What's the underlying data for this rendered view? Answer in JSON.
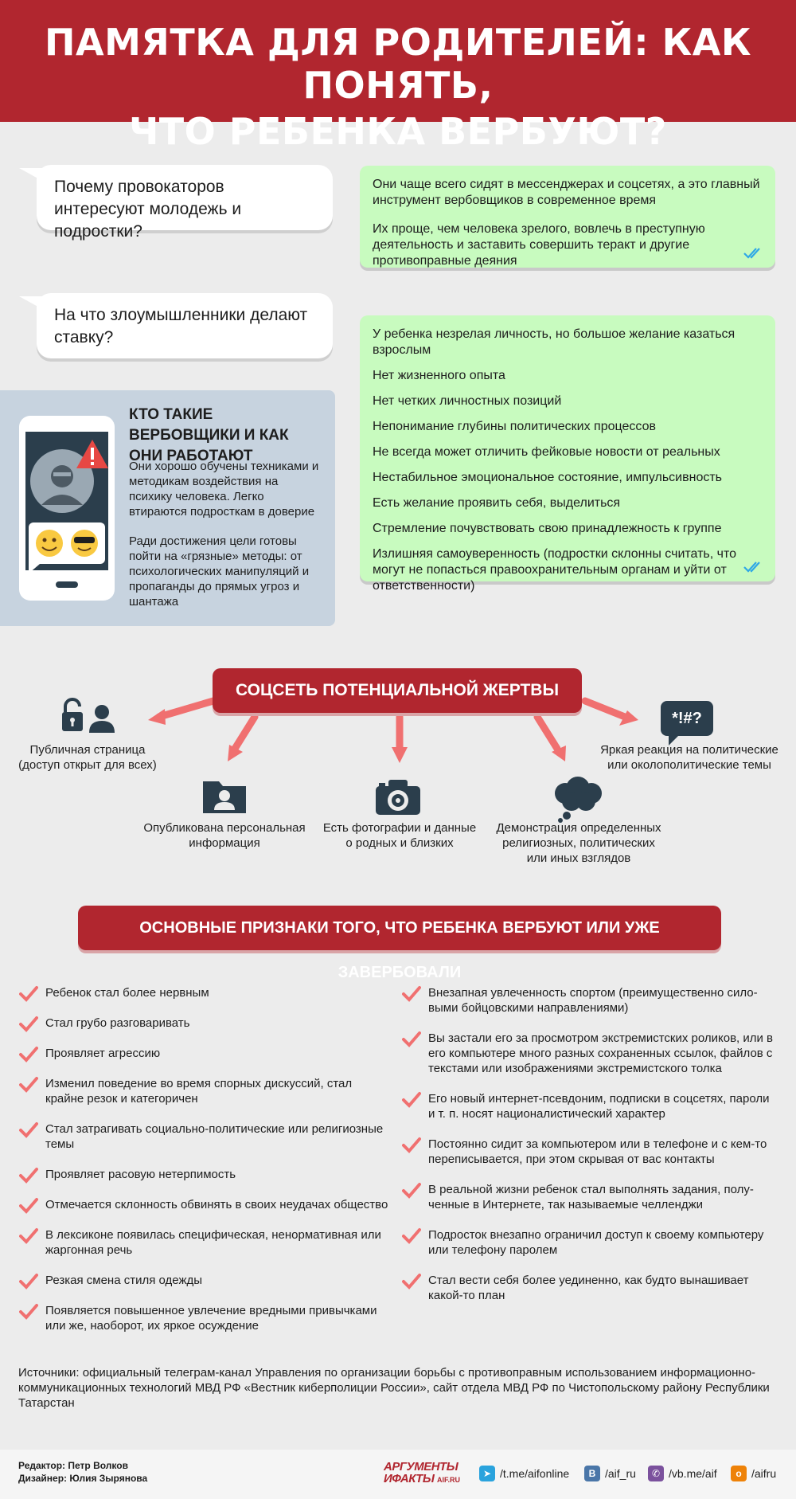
{
  "header": {
    "title_line1": "ПАМЯТКА ДЛЯ РОДИТЕЛЕЙ: КАК ПОНЯТЬ,",
    "title_line2": "ЧТО РЕБЕНКА ВЕРБУЮТ?"
  },
  "q1": {
    "question": "Почему провокаторов интересуют молодежь и подростки?",
    "answers": [
      "Они чаще всего сидят в мессенджерах и соцсетях, а это главный инструмент вербовщиков в современное время",
      "Их проще, чем человека зрелого, вовлечь в преступную деятельность и заставить совершить теракт и другие противоправные деяния"
    ]
  },
  "q2": {
    "question": "На что злоумышленники делают ставку?",
    "answers": [
      "У ребенка незрелая личность, но большое желание казаться взрослым",
      "Нет жизненного опыта",
      "Нет четких личностных позиций",
      "Непонимание глубины политических процессов",
      "Не всегда может отличить фейковые новости от реальных",
      "Нестабильное эмоциональное состояние, импульсивность",
      "Есть желание проявить себя, выделиться",
      "Стремление почувствовать свою принадлежность к группе",
      "Излишняя самоуверенность (подростки склонны считать, что могут не попасться правоохранительным органам и уйти от ответственности)"
    ]
  },
  "recruiters": {
    "title": "КТО ТАКИЕ ВЕРБОВЩИКИ И КАК ОНИ РАБОТАЮТ",
    "para1": "Они хорошо обучены техниками и методикам воздействия на психику человека. Легко втираются подросткам в доверие",
    "para2": "Ради достижения цели готовы пойти на «грязные» методы: от психологических манипуляций и пропаганды до прямых угроз и шантажа"
  },
  "network": {
    "title": "СОЦСЕТЬ ПОТЕНЦИАЛЬНОЙ ЖЕРТВЫ",
    "items": [
      "Публичная страница (доступ открыт для всех)",
      "Опубликована персональная информация",
      "Есть фотографии и данные о родных и близких",
      "Демонстрация определенных религиозных, политических или иных взглядов",
      "Яркая реакция на политические или околополитические темы"
    ],
    "symbols_text": "*!#?"
  },
  "signs": {
    "title": "ОСНОВНЫЕ ПРИЗНАКИ ТОГО, ЧТО РЕБЕНКА ВЕРБУЮТ ИЛИ УЖЕ ЗАВЕРБОВАЛИ",
    "left": [
      "Ребенок стал более нервным",
      "Стал грубо разговаривать",
      "Проявляет агрессию",
      "Изменил поведение во время спорных дискуссий, стал крайне резок и категоричен",
      "Стал затрагивать социально-политические или религиозные темы",
      "Проявляет расовую нетерпимость",
      "Отмечается склонность обвинять в своих неудачах общество",
      "В лексиконе появилась специфическая, ненормативная или жаргонная речь",
      "Резкая смена стиля одежды",
      "Появляется повышенное увлечение вредными привычками или же, наоборот, их яркое осуждение"
    ],
    "right": [
      "Внезапная увлеченность спортом (преимущественно сило-выми бойцовскими направлениями)",
      "Вы застали его за просмотром экстремистских роликов, или в его компьютере много разных сохраненных ссылок, файлов с текстами или изображениями экстремистского толка",
      "Его новый интернет-псевдоним, подписки в соцсетях, пароли и т. п. носят националистический характер",
      "Постоянно сидит за компьютером или в телефоне и с кем-то переписывается, при этом скрывая от вас контакты",
      "В реальной жизни ребенок стал выполнять задания, полу-ченные в Интернете, так называемые челленджи",
      "Подросток внезапно ограничил доступ к своему компьютеру или телефону паролем",
      "Стал вести себя более уединенно, как будто вынашивает какой-то план"
    ]
  },
  "sources": "Источники: официальный телеграм-канал Управления по организации борьбы с противоправным использованием информационно-коммуникационных технологий МВД РФ «Вестник киберполиции России», сайт отдела МВД РФ по Чистопольскому району Республики Татарстан",
  "footer": {
    "editor": "Редактор: Петр Волков",
    "designer": "Дизайнер: Юлия Зырянова",
    "logo_line1": "АРГУМЕНТЫ",
    "logo_line2": "ИФАКТЫ",
    "logo_domain": "AIF.RU",
    "socials": [
      {
        "icon": "telegram-icon",
        "text": "/t.me/aifonline",
        "color": "#2aa3dd"
      },
      {
        "icon": "vk-icon",
        "text": "/aif_ru",
        "color": "#4a76a8"
      },
      {
        "icon": "viber-icon",
        "text": "/vb.me/aif",
        "color": "#7b519d"
      },
      {
        "icon": "ok-icon",
        "text": "/aifru",
        "color": "#ee8208"
      }
    ]
  },
  "colors": {
    "brand_red": "#b1262f",
    "bubble_green": "#c8fbbf",
    "arrow_salmon": "#f07070",
    "tick_blue": "#2fa8e6",
    "panel_blue": "#c7d3df"
  }
}
